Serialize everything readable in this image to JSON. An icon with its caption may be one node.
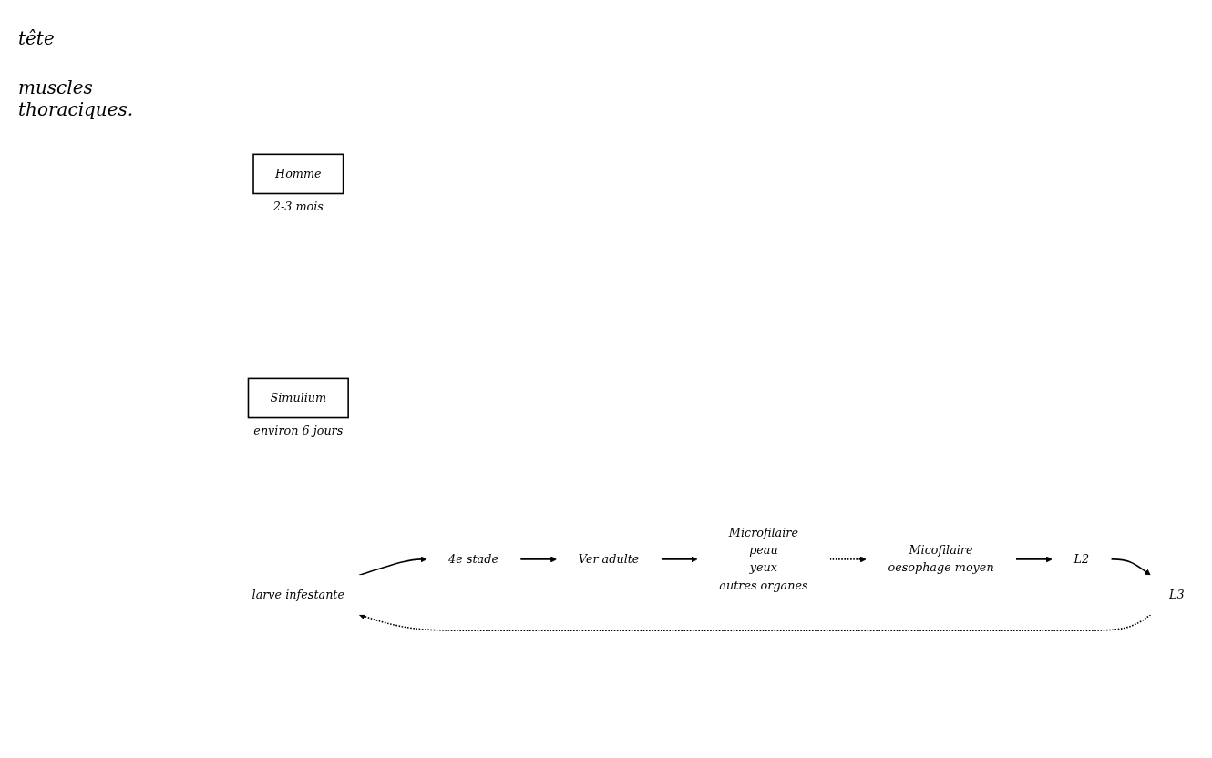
{
  "diagram": {
    "nodes": [
      {
        "text": [
          "larve infestante"
        ]
      },
      {
        "text": [
          "4e stade"
        ]
      },
      {
        "text": [
          "Ver adulte"
        ]
      },
      {
        "text": [
          "Microfilaire",
          "peau",
          "yeux",
          "autres organes"
        ]
      },
      {
        "text": [
          "Micofilaire",
          "oesophage moyen"
        ]
      },
      {
        "text": [
          "L2"
        ]
      },
      {
        "text": [
          "L3"
        ]
      },
      {
        "text": [
          "Simulium"
        ],
        "beside": [
          "environ 6 jours"
        ]
      },
      {
        "text": [
          "Homme"
        ],
        "beside": [
          "2-3 mois"
        ]
      }
    ],
    "edges": [
      {
        "from": 6,
        "to": 0,
        "arrow": "to",
        "style": "dashed"
      },
      {
        "from": 0,
        "to": 1,
        "arrow": "to"
      },
      {
        "from": 1,
        "to": 2,
        "arrow": "to"
      },
      {
        "from": 2,
        "to": 3,
        "arrow": "to"
      },
      {
        "from": 3,
        "to": 4,
        "arrow": "to",
        "style": "dashed"
      },
      {
        "from": 4,
        "to": 5,
        "arrow": "to"
      },
      {
        "from": 5,
        "to": 6,
        "arrow": "to"
      }
    ],
    "labels": [
      "tête",
      "muscles thoraciques."
    ]
  }
}
